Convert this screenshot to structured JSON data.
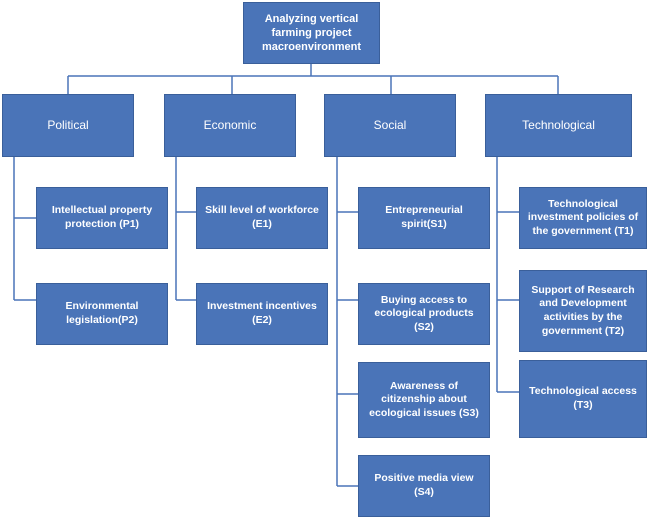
{
  "diagram": {
    "root": {
      "label": "Analyzing vertical farming project macroenvironment"
    },
    "categories": [
      {
        "label": "Political",
        "items": [
          "Intellectual property protection (P1)",
          "Environmental legislation(P2)"
        ]
      },
      {
        "label": "Economic",
        "items": [
          "Skill level of workforce (E1)",
          "Investment incentives (E2)"
        ]
      },
      {
        "label": "Social",
        "items": [
          "Entrepreneurial spirit(S1)",
          "Buying access to ecological products (S2)",
          "Awareness of citizenship about ecological issues (S3)",
          "Positive media view (S4)"
        ]
      },
      {
        "label": "Technological",
        "items": [
          "Technological investment policies of the government (T1)",
          "Support of Research and Development activities by the government (T2)",
          "Technological access (T3)"
        ]
      }
    ]
  },
  "colors": {
    "box_fill": "#4a74b8",
    "box_border": "#3a5f9a",
    "box_text": "#ffffff",
    "connector": "#4a74b8"
  }
}
